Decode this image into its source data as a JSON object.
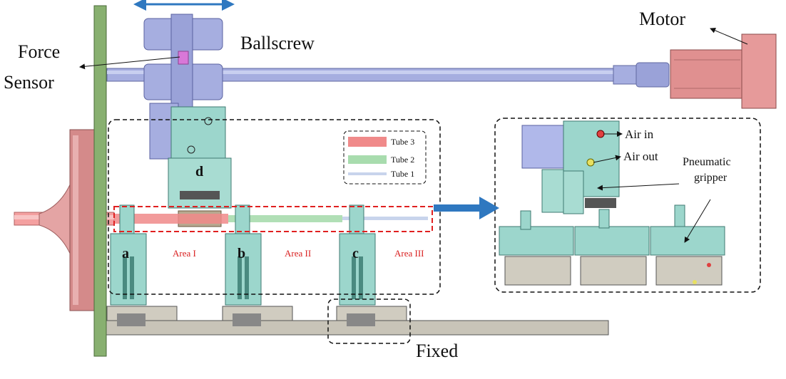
{
  "labels": {
    "force_sensor_line1": "Force",
    "force_sensor_line2": "Sensor",
    "ballscrew": "Ballscrew",
    "motor": "Motor",
    "fixed": "Fixed",
    "air_in": "Air in",
    "air_out": "Air out",
    "pneumatic_line1": "Pneumatic",
    "pneumatic_line2": "gripper",
    "gripper_a": "a",
    "gripper_b": "b",
    "gripper_c": "c",
    "gripper_d": "d",
    "area1": "Area I",
    "area2": "Area II",
    "area3": "Area III"
  },
  "legend": [
    {
      "label": "Tube 3",
      "color": "#f08a8a"
    },
    {
      "label": "Tube 2",
      "color": "#a8dcae"
    },
    {
      "label": "Tube 1",
      "color": "#c8d4ec"
    }
  ],
  "colors": {
    "part_teal": "#9cd6cc",
    "part_blue": "#a4aee0",
    "motor": "#e09090",
    "flange": "#d48a8a",
    "green_plate": "#88b070",
    "rail": "#c8c4b8",
    "arrow_blue": "#2f78c0",
    "dashed_red": "#e02020"
  }
}
